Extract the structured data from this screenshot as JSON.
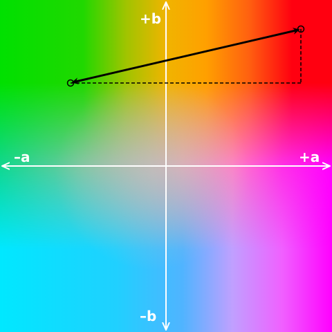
{
  "axes": {
    "pos_a_label": "+a",
    "neg_a_label": "–a",
    "pos_b_label": "+b",
    "neg_b_label": "–b"
  },
  "colors": {
    "top_left": "#00e000",
    "top_mid_left": "#b8c000",
    "top_center": "#ffb000",
    "top_right": "#ff0000",
    "right_mid": "#ff00ff",
    "center": "#b8b4b0",
    "bottom_left": "#00e8ff",
    "bottom_center": "#40b8ff",
    "lower_right_pink": "#f090f8",
    "axis": "#ffffff",
    "vector": "#000000"
  }
}
